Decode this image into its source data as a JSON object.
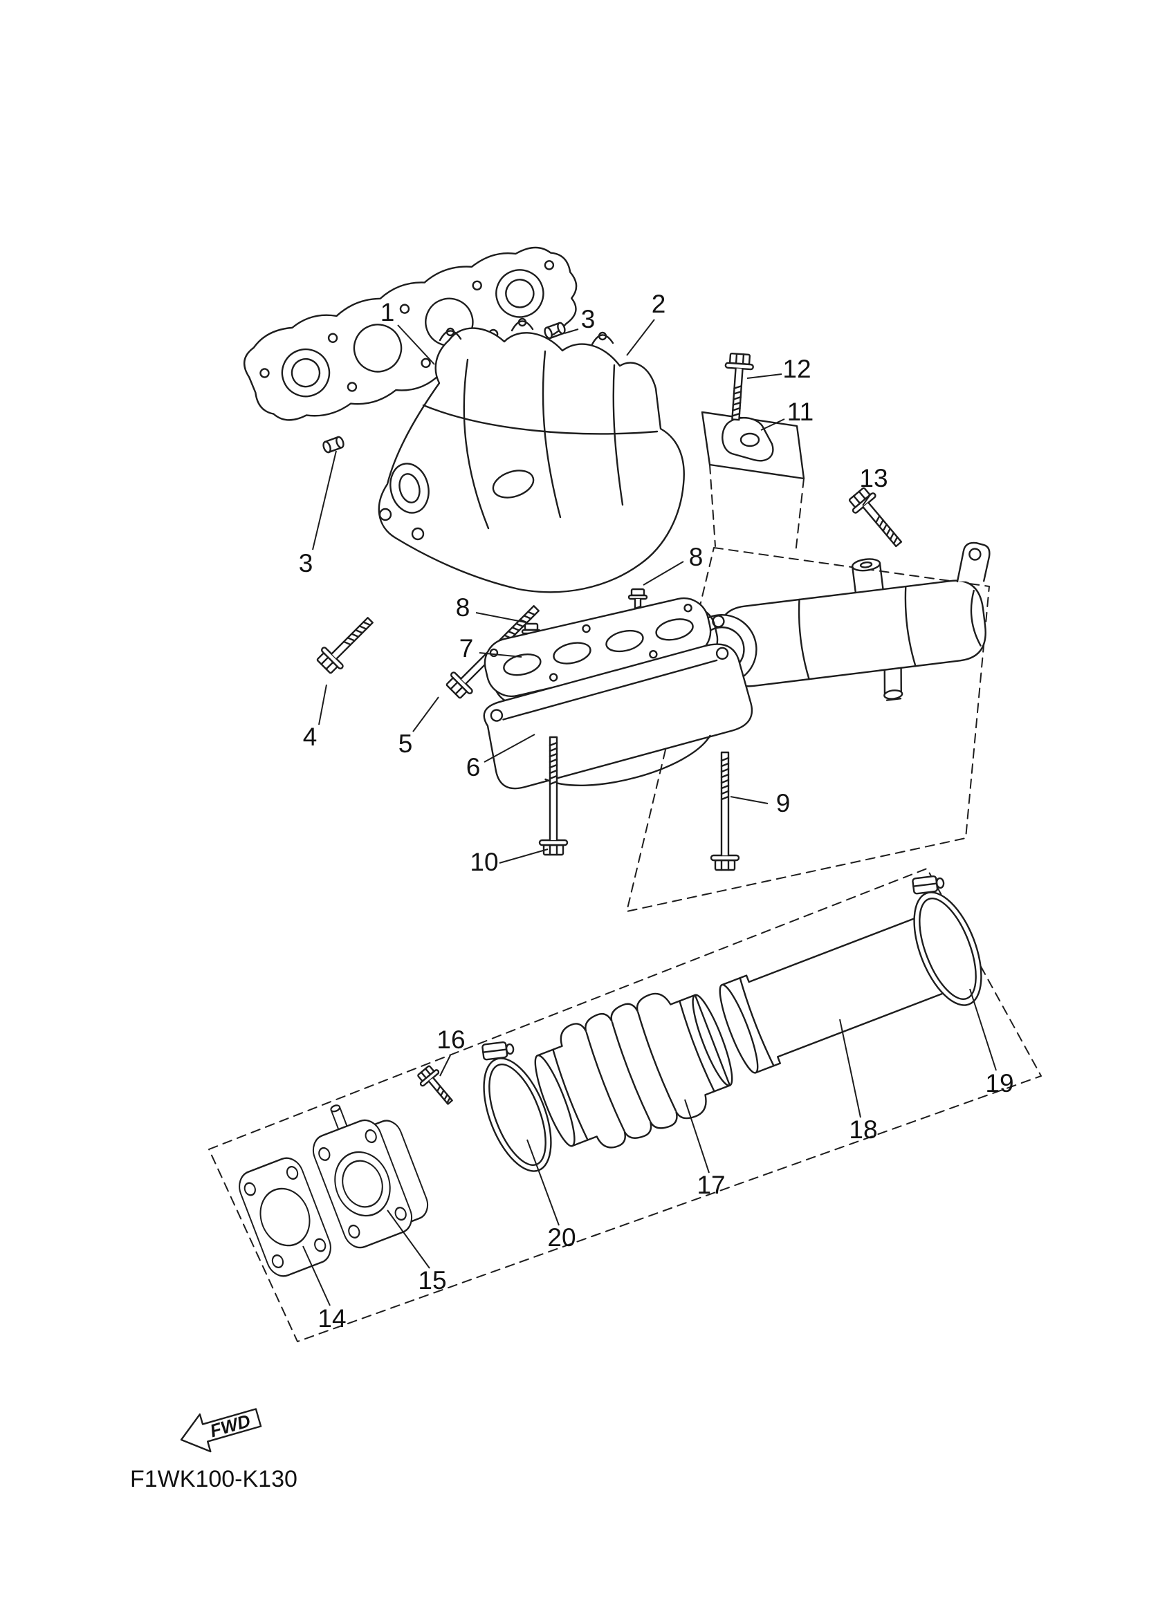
{
  "colors": {
    "background": "#ffffff",
    "ink": "#1d1d1d"
  },
  "footer": {
    "diagram_code": "F1WK100-K130"
  },
  "orientation": {
    "label": "FWD"
  },
  "callouts": [
    {
      "id": "callout-1",
      "label": "1"
    },
    {
      "id": "callout-2",
      "label": "2"
    },
    {
      "id": "callout-3a",
      "label": "3"
    },
    {
      "id": "callout-3b",
      "label": "3"
    },
    {
      "id": "callout-4",
      "label": "4"
    },
    {
      "id": "callout-5",
      "label": "5"
    },
    {
      "id": "callout-6",
      "label": "6"
    },
    {
      "id": "callout-7",
      "label": "7"
    },
    {
      "id": "callout-8a",
      "label": "8"
    },
    {
      "id": "callout-8b",
      "label": "8"
    },
    {
      "id": "callout-9",
      "label": "9"
    },
    {
      "id": "callout-10",
      "label": "10"
    },
    {
      "id": "callout-11",
      "label": "11"
    },
    {
      "id": "callout-12",
      "label": "12"
    },
    {
      "id": "callout-13",
      "label": "13"
    },
    {
      "id": "callout-14",
      "label": "14"
    },
    {
      "id": "callout-15",
      "label": "15"
    },
    {
      "id": "callout-16",
      "label": "16"
    },
    {
      "id": "callout-17",
      "label": "17"
    },
    {
      "id": "callout-18",
      "label": "18"
    },
    {
      "id": "callout-19",
      "label": "19"
    },
    {
      "id": "callout-20",
      "label": "20"
    }
  ]
}
